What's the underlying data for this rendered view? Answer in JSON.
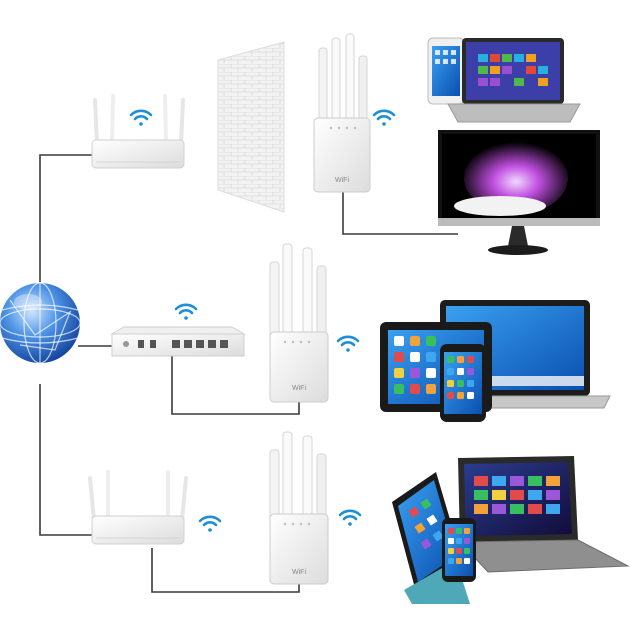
{
  "diagram": {
    "extender_label": "WiFi",
    "colors": {
      "background": "#ffffff",
      "cable": "#3a3a3a",
      "wifi": "#1e8fd6",
      "device_white": "#f4f4f4",
      "globe_blue": "#1f6fd1"
    },
    "rows": [
      {
        "source": "router",
        "source_signal": "wifi-icon",
        "obstacle": "brick-wall",
        "extender_signal": "wifi-icon",
        "devices": [
          "phone",
          "laptop",
          "monitor"
        ]
      },
      {
        "source": "modem",
        "source_signal": "wifi-icon",
        "extender_signal": "wifi-icon",
        "devices": [
          "tablet",
          "phone",
          "laptop"
        ]
      },
      {
        "source": "router",
        "source_signal": "wifi-icon",
        "extender_signal": "wifi-icon",
        "devices": [
          "tablet",
          "phone",
          "laptop"
        ]
      }
    ],
    "hub": "internet-globe"
  }
}
